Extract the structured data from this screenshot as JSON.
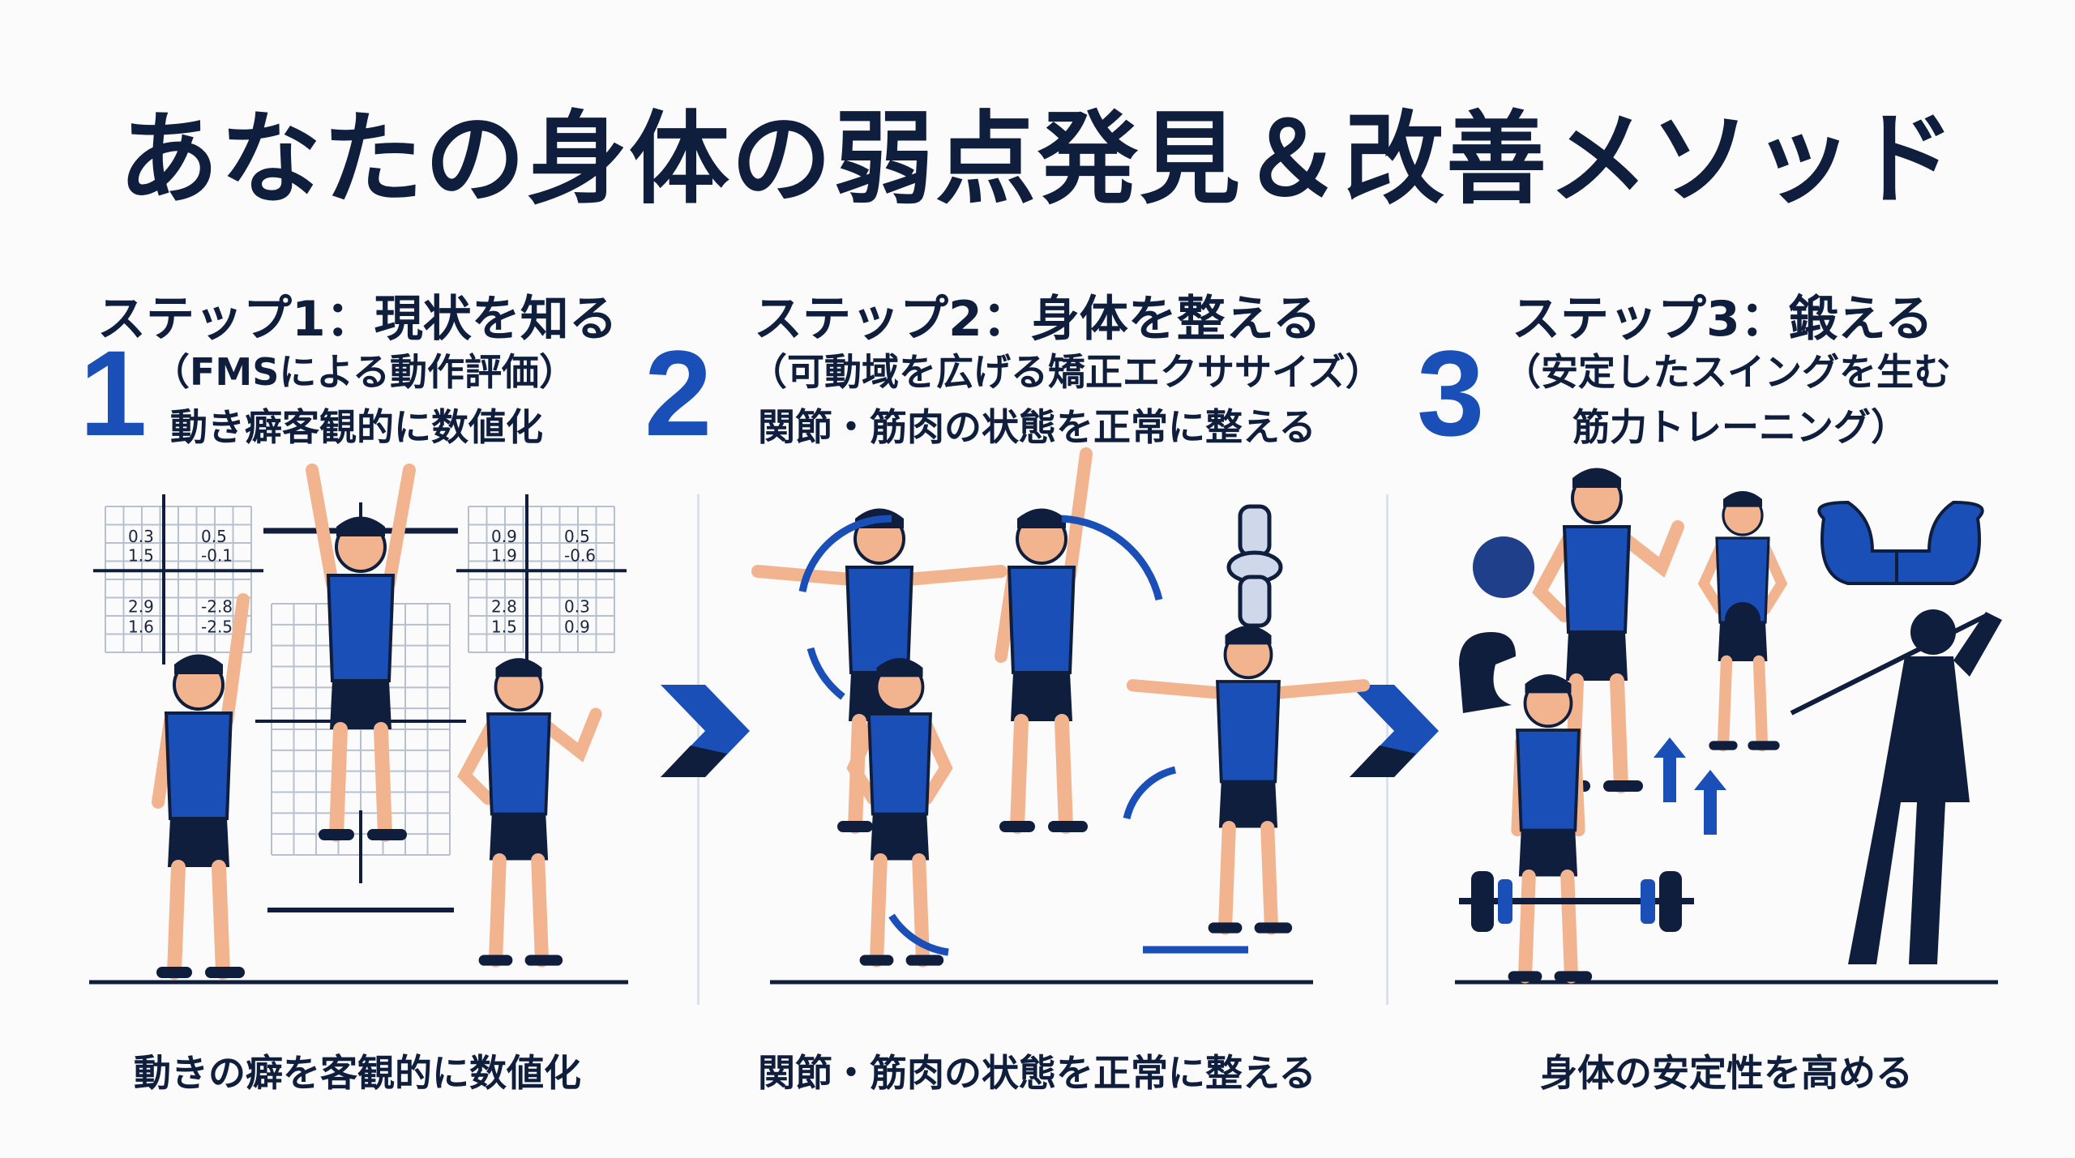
{
  "title": "あなたの身体の弱点発見＆改善メソッド",
  "colors": {
    "navy": "#0f1e3d",
    "accent_blue": "#1a4fb8",
    "skin": "#f2b48f",
    "grid": "#b8c0d0"
  },
  "steps": [
    {
      "number": "1",
      "heading": "ステップ1：現状を知る",
      "sub_lines": [
        "（FMSによる動作評価）",
        "動き癖客観的に数値化"
      ],
      "caption": "動きの癖を客観的に数値化",
      "grids": [
        {
          "values": [
            "0.3",
            "0.5",
            "1.5",
            "-0.1",
            "2.9",
            "-2.8",
            "1.6",
            "-2.5"
          ]
        },
        {
          "values": [
            "0.9",
            "0.5",
            "1.9",
            "-0.6",
            "2.8",
            "0.3",
            "1.5",
            "0.9"
          ]
        }
      ]
    },
    {
      "number": "2",
      "heading": "ステップ2：身体を整える",
      "sub_lines": [
        "（可動域を広げる矯正エクササイズ）",
        "関節・筋肉の状態を正常に整える"
      ],
      "caption": "関節・筋肉の状態を正常に整える"
    },
    {
      "number": "3",
      "heading": "ステップ3：鍛える",
      "sub_lines": [
        "（安定したスイングを生む",
        "筋力トレーニング）"
      ],
      "caption": "身体の安定性を高める"
    }
  ],
  "icons": [
    "chevron-right-icon",
    "muscle-flex-icon",
    "knee-joint-icon",
    "dumbbell-barbell-icon",
    "golf-swing-icon",
    "arrows-icon"
  ]
}
